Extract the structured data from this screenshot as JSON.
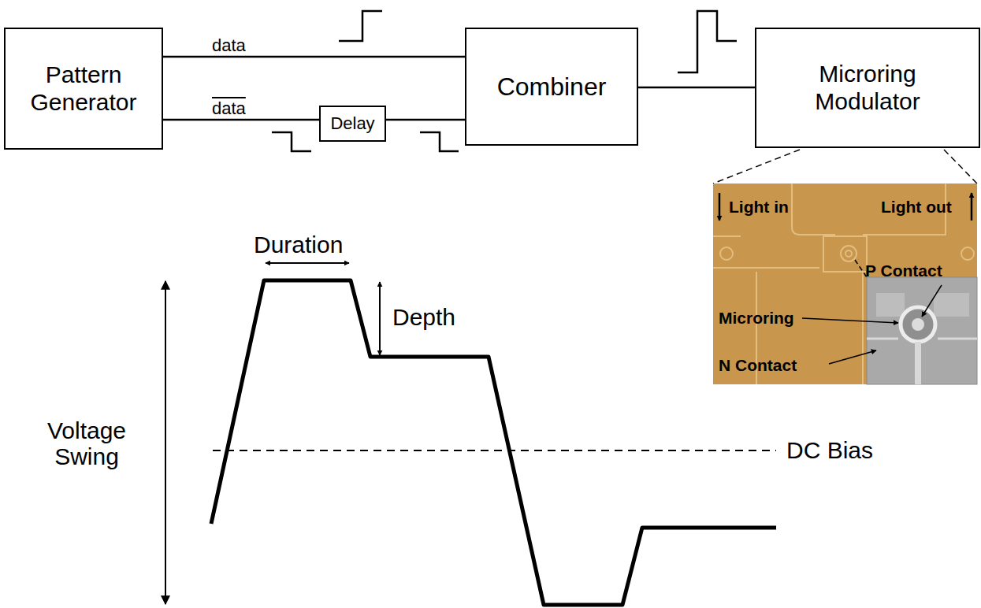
{
  "diagram": {
    "nodes": [
      {
        "text": [
          "Pattern Generator"
        ]
      },
      {
        "text": [
          "Delay"
        ]
      },
      {
        "text": [
          "Combiner"
        ]
      },
      {
        "text": [
          "Microring Modulator"
        ]
      }
    ],
    "edges": [
      {
        "from": 0,
        "to": 2,
        "arrow": "none",
        "label": "data"
      },
      {
        "from": 0,
        "to": 1,
        "arrow": "none",
        "label": "data"
      },
      {
        "from": 1,
        "to": 2,
        "arrow": "none"
      },
      {
        "from": 2,
        "to": 3,
        "arrow": "none"
      }
    ],
    "labels": [
      "Duration",
      "Depth",
      "Voltage Swing",
      "DC Bias",
      "Light in",
      "Light out",
      "P Contact",
      "Microring",
      "N Contact"
    ]
  }
}
